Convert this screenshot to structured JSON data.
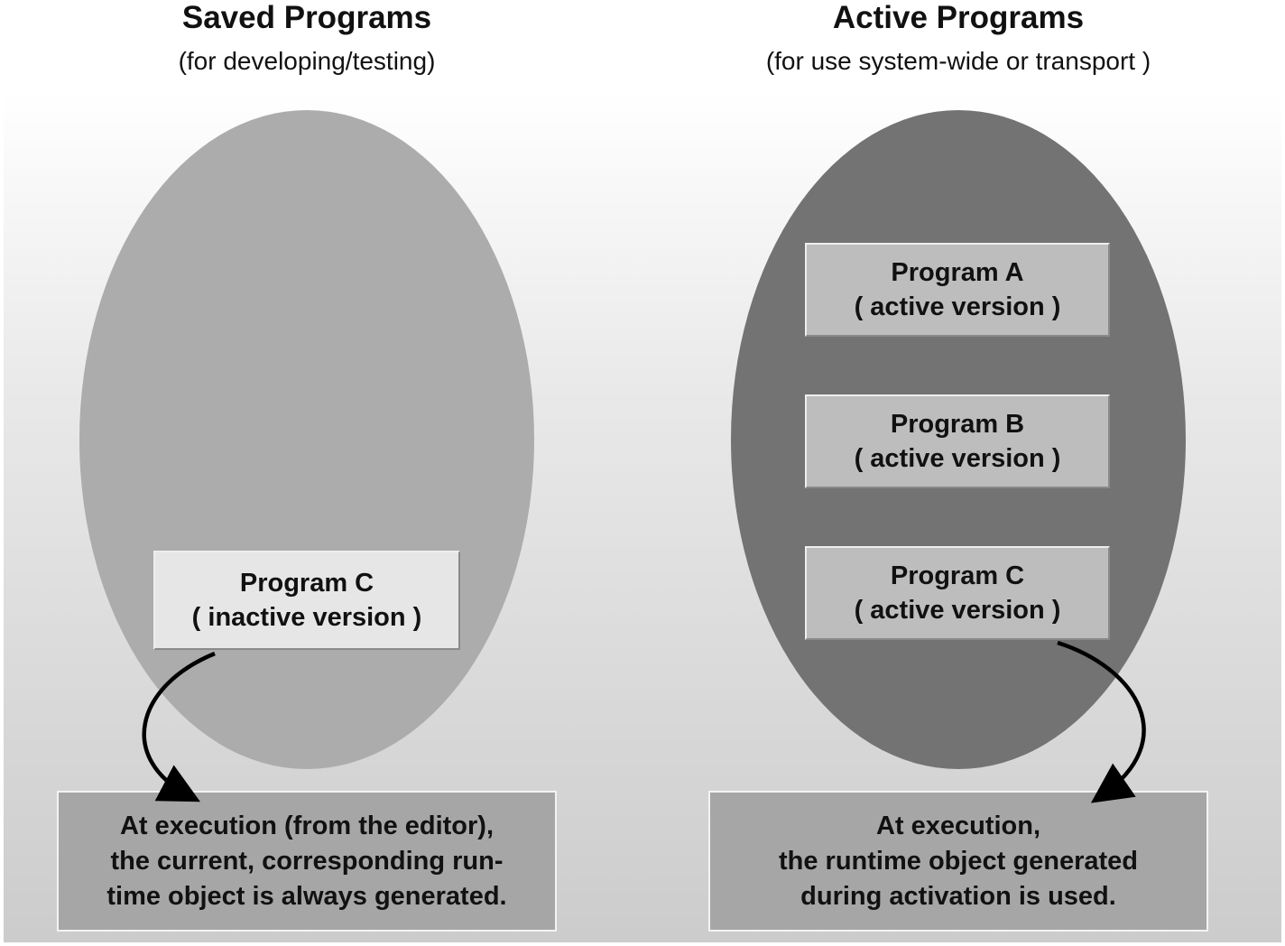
{
  "saved": {
    "title": "Saved Programs",
    "subtitle": "(for developing/testing)",
    "program": {
      "name": "Program C",
      "version": "( inactive version )"
    },
    "note": [
      "At execution (from the editor),",
      "the current, corresponding run-",
      "time object is always generated."
    ]
  },
  "active": {
    "title": "Active Programs",
    "subtitle": "(for use system-wide or transport )",
    "programs": [
      {
        "name": "Program A",
        "version": "( active version )"
      },
      {
        "name": "Program B",
        "version": "( active version )"
      },
      {
        "name": "Program C",
        "version": "( active version )"
      }
    ],
    "note": [
      "At execution,",
      "the runtime object generated",
      "during activation is used."
    ]
  },
  "colors": {
    "saved_ellipse": "#acacac",
    "active_ellipse": "#737373",
    "inactive_box": "#e6e6e6",
    "active_box": "#bdbdbd",
    "note_box": "#a6a6a6",
    "arrow": "#000000"
  }
}
